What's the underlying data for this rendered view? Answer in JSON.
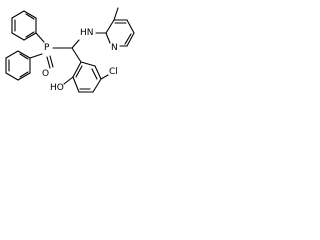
{
  "molecule": {
    "labels": {
      "phosphorus": "P",
      "oxygen": "O",
      "amine": "HN",
      "pyridine_nitrogen": "N",
      "hydroxyl": "HO",
      "chlorine": "Cl"
    }
  },
  "colors": {
    "bond": "#000000",
    "label": "#000000",
    "background": "#ffffff"
  }
}
